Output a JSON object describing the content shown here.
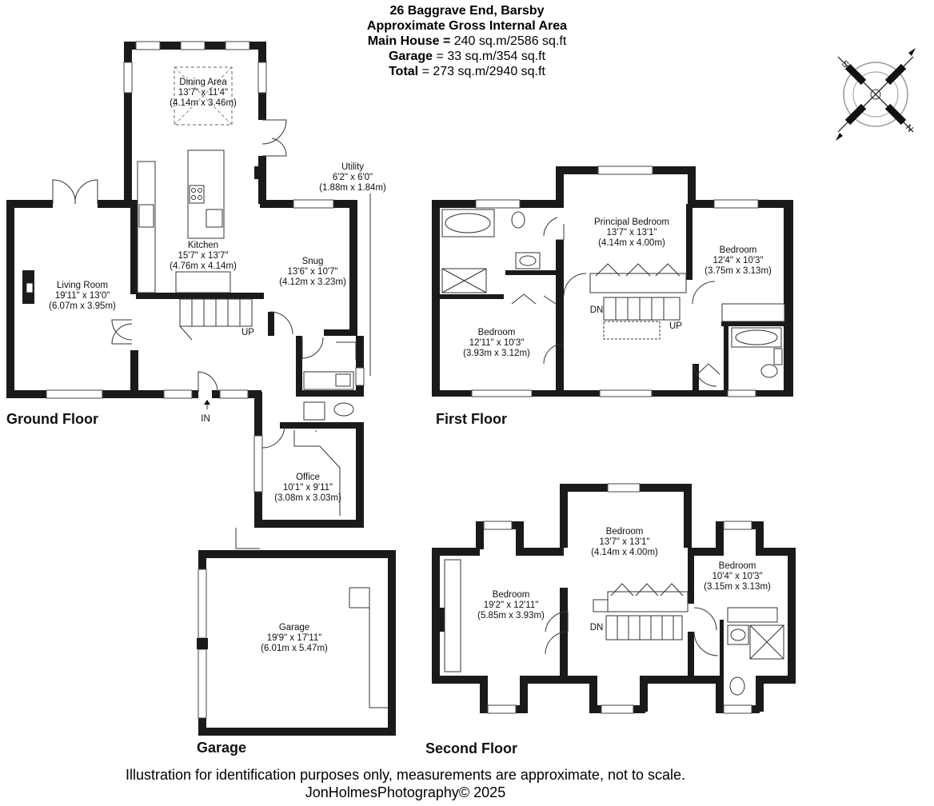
{
  "header": {
    "address": "26 Baggrave End, Barsby",
    "area_title": "Approximate Gross Internal Area",
    "main_label": "Main House = ",
    "main_value": "240 sq.m/2586 sq.ft",
    "garage_label": "Garage",
    "garage_value": " = 33 sq.m/354 sq.ft",
    "total_label": "Total",
    "total_value": " = 273 sq.m/2940 sq.ft"
  },
  "compass": {
    "letters": [
      "S",
      "N"
    ]
  },
  "floors": {
    "ground": "Ground Floor",
    "first": "First Floor",
    "second": "Second Floor",
    "garage": "Garage"
  },
  "ground_rooms": {
    "dining": {
      "name": "Dining Area",
      "dims": "13'7\" x 11'4\"",
      "metric": "(4.14m x 3.46m)"
    },
    "kitchen": {
      "name": "Kitchen",
      "dims": "15'7\" x 13'7\"",
      "metric": "(4.76m x 4.14m)"
    },
    "utility": {
      "name": "Utility",
      "dims": "6'2\" x 6'0\"",
      "metric": "(1.88m x 1.84m)"
    },
    "living": {
      "name": "Living Room",
      "dims": "19'11\" x 13'0\"",
      "metric": "(6.07m x 3.95m)"
    },
    "snug": {
      "name": "Snug",
      "dims": "13'6\" x 10'7\"",
      "metric": "(4.12m x 3.23m)"
    },
    "office": {
      "name": "Office",
      "dims": "10'1\" x 9'11\"",
      "metric": "(3.08m x 3.03m)"
    },
    "up": "UP",
    "in": "IN"
  },
  "garage_room": {
    "name": "Garage",
    "dims": "19'9\" x 17'11\"",
    "metric": "(6.01m x 5.47m)"
  },
  "first_rooms": {
    "principal": {
      "name": "Principal Bedroom",
      "dims": "13'7\" x 13'1\"",
      "metric": "(4.14m x 4.00m)"
    },
    "bedroom_right": {
      "name": "Bedroom",
      "dims": "12'4\" x 10'3\"",
      "metric": "(3.75m x 3.13m)"
    },
    "bedroom_left": {
      "name": "Bedroom",
      "dims": "12'11\" x 10'3\"",
      "metric": "(3.93m x 3.12m)"
    },
    "dn": "DN",
    "up": "UP"
  },
  "second_rooms": {
    "bedroom_center": {
      "name": "Bedroom",
      "dims": "13'7\" x 13'1\"",
      "metric": "(4.14m x 4.00m)"
    },
    "bedroom_left": {
      "name": "Bedroom",
      "dims": "19'2\" x 12'11\"",
      "metric": "(5.85m x 3.93m)"
    },
    "bedroom_right": {
      "name": "Bedroom",
      "dims": "10'4\" x 10'3\"",
      "metric": "(3.15m x 3.13m)"
    },
    "dn": "DN"
  },
  "footer": {
    "disclaimer": "Illustration for identification purposes only, measurements are approximate, not to scale.",
    "credit": "JonHolmesPhotography© 2025"
  }
}
